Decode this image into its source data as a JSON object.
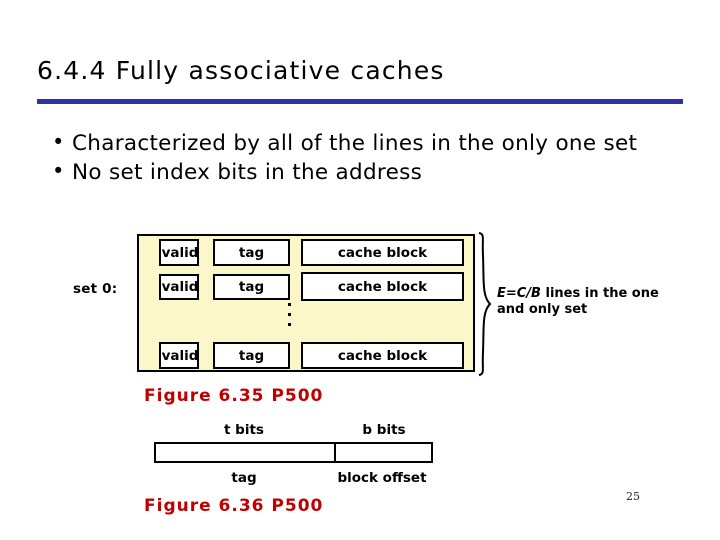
{
  "slide": {
    "title": "6.4.4 Fully associative caches",
    "page_number": "25",
    "rule_color": "#2f32a2",
    "caption_color": "#c00000",
    "set_fill_color": "#fcf7c8"
  },
  "bullets": [
    {
      "marker": "•",
      "text": "Characterized by all of the lines in the only one set"
    },
    {
      "marker": "•",
      "text": "No set index bits in the address"
    }
  ],
  "cache_diagram": {
    "set_label": "set 0:",
    "rows": [
      {
        "valid": "valid",
        "tag": "tag",
        "block": "cache block"
      },
      {
        "valid": "valid",
        "tag": "tag",
        "block": "cache block"
      },
      {
        "valid": "valid",
        "tag": "tag",
        "block": "cache block"
      }
    ],
    "ellipsis": "⋮",
    "annotation": {
      "emphasis": "E=C/B",
      "rest": " lines in the one and only set",
      "full": "E=C/B lines in the one and only set"
    },
    "caption": "Figure 6.35  P500"
  },
  "address_diagram": {
    "top_labels": {
      "tag_bits": "t bits",
      "offset_bits": "b bits"
    },
    "bottom_labels": {
      "tag": "tag",
      "offset": "block offset"
    },
    "caption": "Figure 6.36  P500"
  }
}
